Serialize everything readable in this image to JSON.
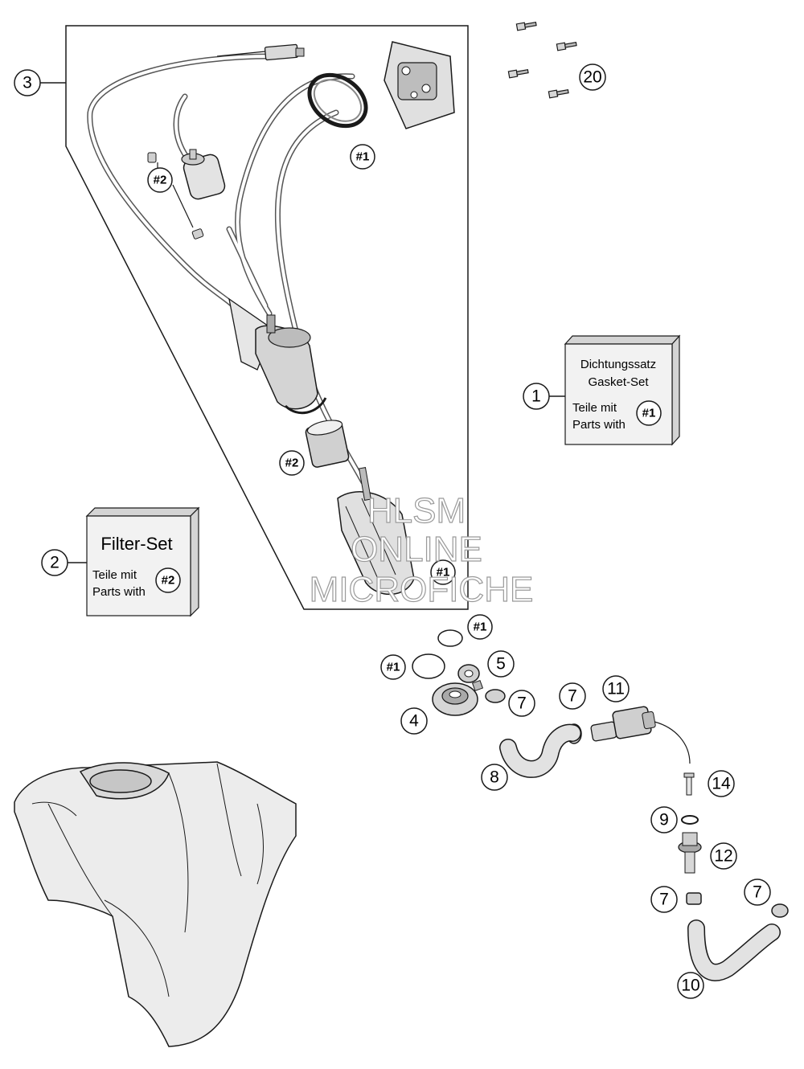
{
  "callouts": {
    "c1": "1",
    "c2": "2",
    "c3": "3",
    "c4": "4",
    "c5": "5",
    "c7": "7",
    "c8": "8",
    "c9": "9",
    "c10": "10",
    "c11": "11",
    "c12": "12",
    "c14": "14",
    "c20": "20"
  },
  "markers": {
    "hash1": "#1",
    "hash2": "#2"
  },
  "gasket_set_box": {
    "line1": "Dichtungssatz",
    "line2": "Gasket-Set",
    "line3": "Teile mit",
    "line4": "Parts with",
    "marker": "#1"
  },
  "filter_set_box": {
    "title": "Filter-Set",
    "line1": "Teile mit",
    "line2": "Parts with",
    "marker": "#2"
  },
  "watermark": {
    "line1": "HLSM",
    "line2": "ONLINE",
    "line3": "MICROFICHE"
  },
  "colors": {
    "line": "#1a1a1a",
    "tank_fill": "#ececec",
    "part_fill": "#d9d9d9",
    "box_face": "#f2f2f2",
    "box_side": "#d4d4d4"
  }
}
